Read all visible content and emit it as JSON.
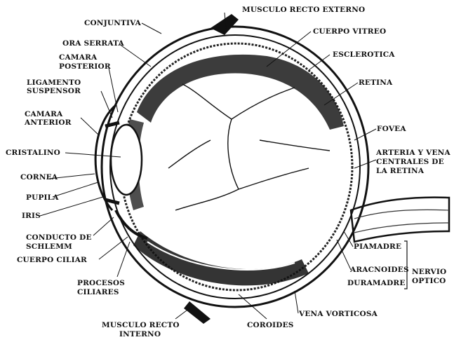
{
  "diagram": {
    "labels": {
      "musculo_recto_externo": "MUSCULO RECTO EXTERNO",
      "conjuntiva": "CONJUNTIVA",
      "cuerpo_vitreo": "CUERPO VITREO",
      "ora_serrata": "ORA SERRATA",
      "esclerotica": "ESCLEROTICA",
      "camara_posterior_1": "CAMARA",
      "camara_posterior_2": "POSTERIOR",
      "ligamento_suspensor_1": "LIGAMENTO",
      "ligamento_suspensor_2": "SUSPENSOR",
      "retina": "RETINA",
      "camara_anterior_1": "CAMARA",
      "camara_anterior_2": "ANTERIOR",
      "fovea": "FOVEA",
      "cristalino": "CRISTALINO",
      "arteria_1": "ARTERIA Y VENA",
      "arteria_2": "CENTRALES DE",
      "arteria_3": "LA RETINA",
      "cornea": "CORNEA",
      "pupila": "PUPILA",
      "iris": "IRIS",
      "conducto_1": "CONDUCTO DE",
      "conducto_2": "SCHLEMM",
      "cuerpo_ciliar": "CUERPO CILIAR",
      "piamadre": "PIAMADRE",
      "aracnoides": "ARACNOIDES",
      "nervio_1": "NERVIO",
      "nervio_2": "OPTICO",
      "duramadre": "DURAMADRE",
      "procesos_1": "PROCESOS",
      "procesos_2": "CILIARES",
      "vena_vorticosa": "VENA VORTICOSA",
      "musculo_interno_1": "MUSCULO RECTO",
      "musculo_interno_2": "INTERNO",
      "coroides": "COROIDES"
    }
  }
}
